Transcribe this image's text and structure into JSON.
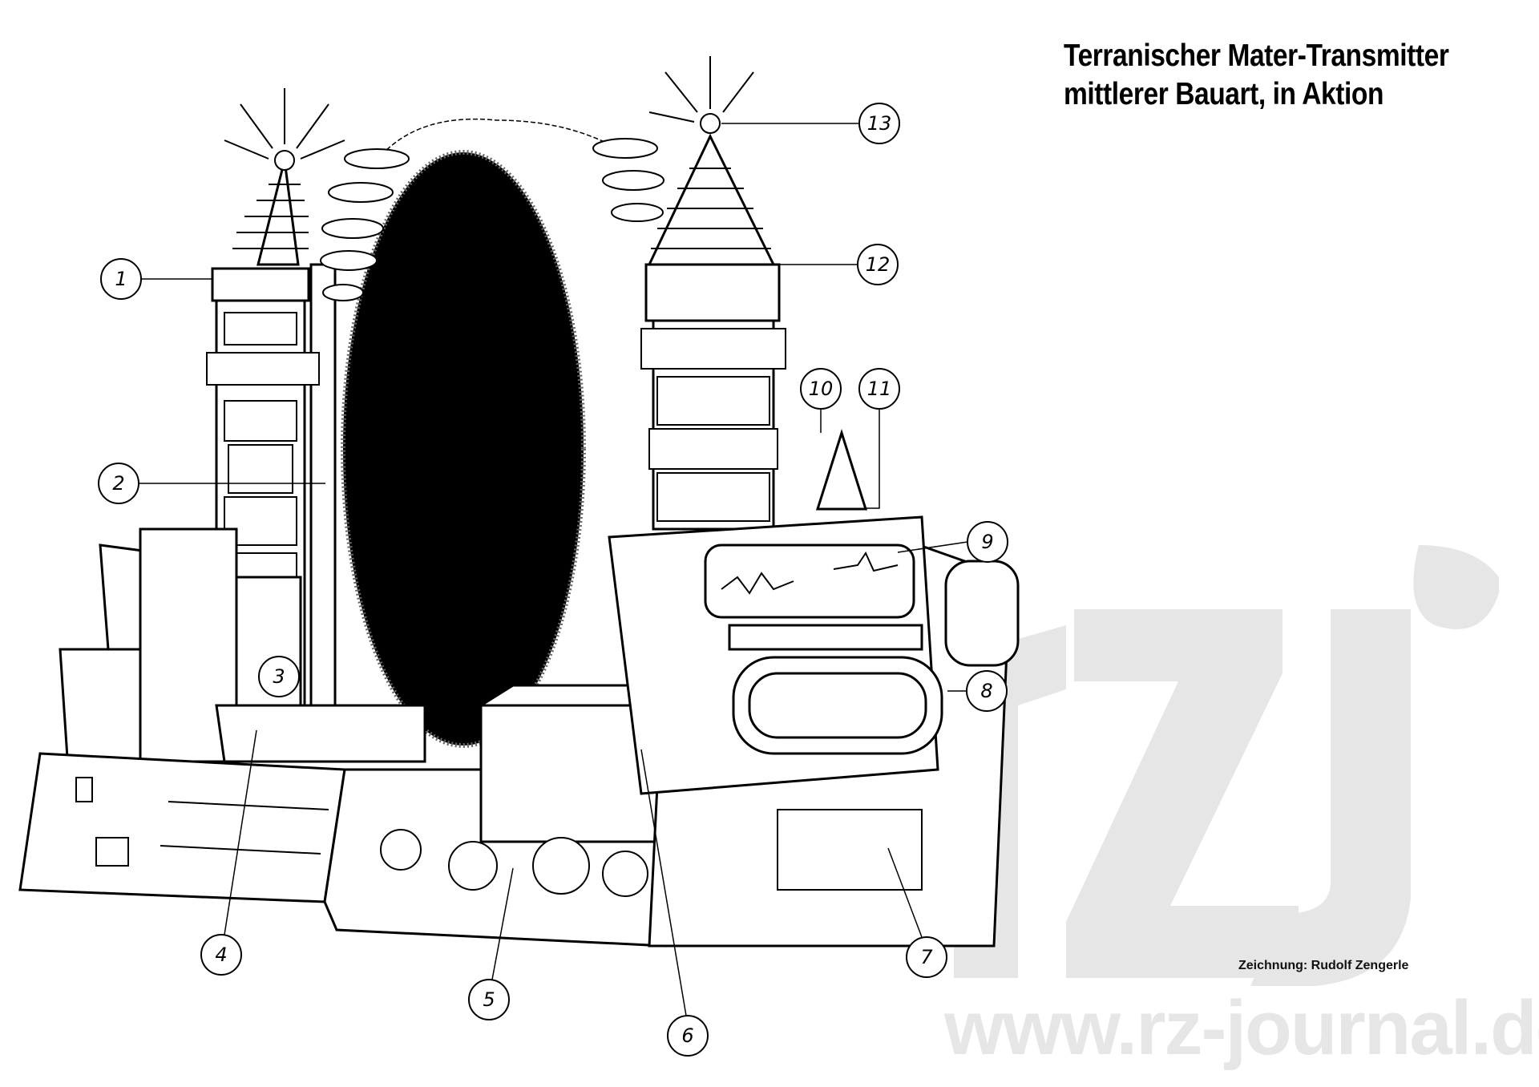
{
  "title": {
    "line1": "Terranischer Mater-Transmitter",
    "line2": "mittlerer Bauart, in Aktion"
  },
  "credit": "Zeichnung: Rudolf Zengerle",
  "watermark": {
    "logo": "rzj",
    "url": "www.rz-journal.de",
    "color": "#e6e6e6"
  },
  "callouts": [
    "1",
    "2",
    "3",
    "4",
    "5",
    "6",
    "7",
    "8",
    "9",
    "10",
    "11",
    "12",
    "13"
  ]
}
